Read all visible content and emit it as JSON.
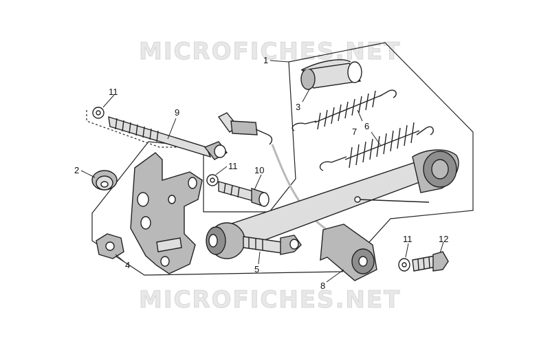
{
  "watermark": {
    "text": "MICROFICHES.NET"
  },
  "callouts": [
    {
      "id": "c1",
      "label": "1"
    },
    {
      "id": "c2",
      "label": "2"
    },
    {
      "id": "c3",
      "label": "3"
    },
    {
      "id": "c4",
      "label": "4"
    },
    {
      "id": "c5",
      "label": "5"
    },
    {
      "id": "c6",
      "label": "6"
    },
    {
      "id": "c7",
      "label": "7"
    },
    {
      "id": "c8",
      "label": "8"
    },
    {
      "id": "c9",
      "label": "9"
    },
    {
      "id": "c10",
      "label": "10"
    },
    {
      "id": "c11a",
      "label": "11"
    },
    {
      "id": "c11b",
      "label": "11"
    },
    {
      "id": "c11c",
      "label": "11"
    },
    {
      "id": "c12",
      "label": "12"
    }
  ],
  "colors": {
    "line": "#222222",
    "shade_dark": "#8e8e8e",
    "shade_mid": "#b9b9b9",
    "shade_light": "#dedede",
    "watermark": "#e8e8e8"
  }
}
